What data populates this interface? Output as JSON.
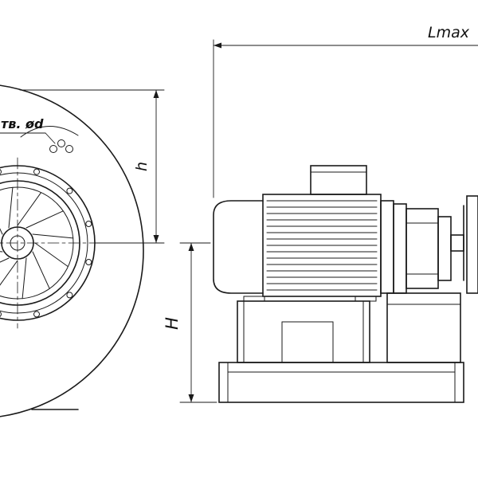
{
  "drawing": {
    "type": "technical-two-view-drawing-of-centrifugal-fan-with-motor",
    "colors": {
      "line": "#1a1a1a",
      "background": "#ffffff"
    },
    "dimensions": {
      "length_max": "Lmax",
      "axis_height": "h",
      "overall_height": "H"
    },
    "annotations": {
      "holes_note": "тв. ød"
    }
  }
}
